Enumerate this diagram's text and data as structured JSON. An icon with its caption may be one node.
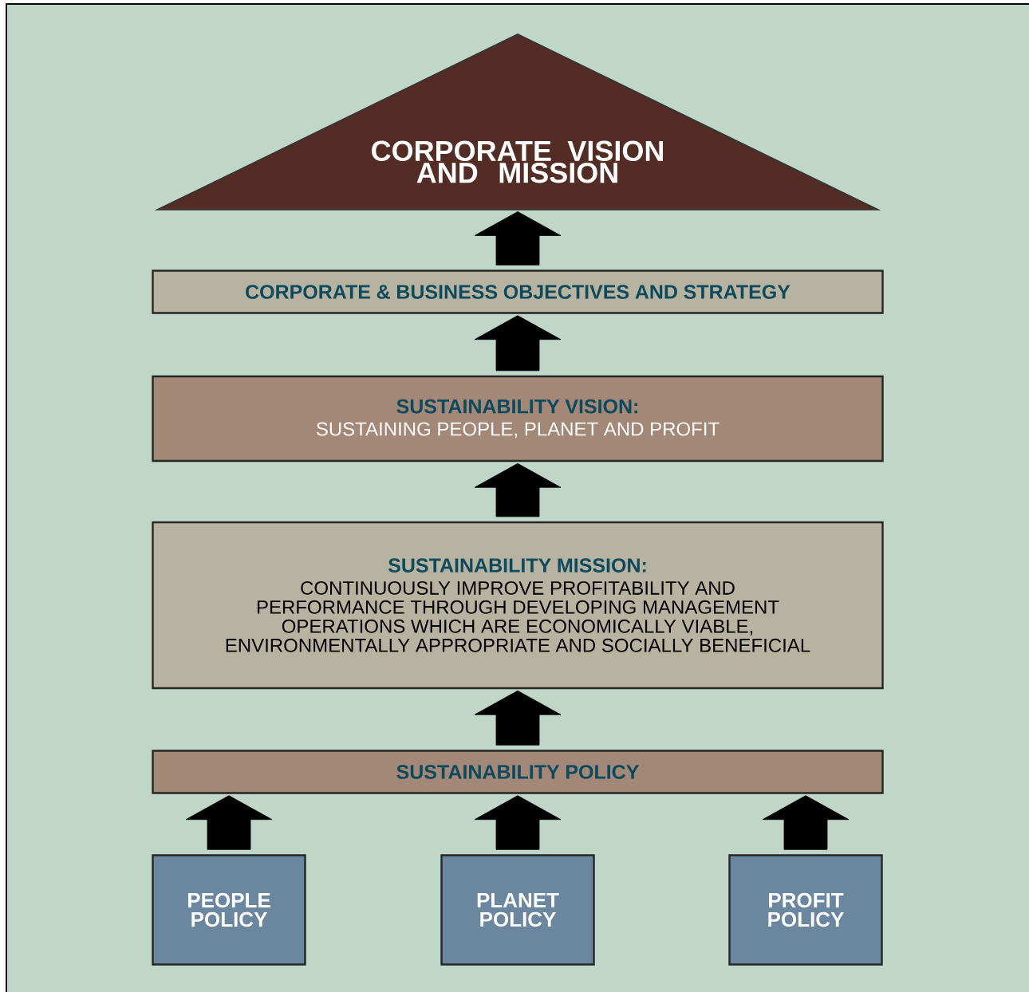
{
  "diagram": {
    "nodes": [
      {
        "text": [
          "CORPORATE VISION AND MISSION"
        ]
      },
      {
        "text": [
          "CORPORATE & BUSINESS OBJECTIVES AND STRATEGY"
        ]
      },
      {
        "text": [
          "SUSTAINABILITY VISION:",
          "SUSTAINING PEOPLE, PLANET AND PROFIT"
        ]
      },
      {
        "text": [
          "SUSTAINABILITY MISSION:",
          "CONTINUOUSLY IMPROVE PROFITABILITY AND PERFORMANCE THROUGH DEVELOPING MANAGEMENT OPERATIONS WHICH ARE ECONOMICALLY VIABLE, ENVIRONMENTALLY APPROPRIATE AND SOCIALLY BENEFICIAL"
        ]
      },
      {
        "text": [
          "SUSTAINABILITY POLICY"
        ]
      },
      {
        "text": [
          "PEOPLE POLICY"
        ]
      },
      {
        "text": [
          "PLANET POLICY"
        ]
      },
      {
        "text": [
          "PROFIT POLICY"
        ]
      }
    ],
    "edges": [
      {
        "from": 1,
        "to": 0,
        "arrow": "to"
      },
      {
        "from": 2,
        "to": 1,
        "arrow": "to"
      },
      {
        "from": 3,
        "to": 2,
        "arrow": "to"
      },
      {
        "from": 4,
        "to": 3,
        "arrow": "to"
      },
      {
        "from": 5,
        "to": 4,
        "arrow": "to"
      },
      {
        "from": 6,
        "to": 4,
        "arrow": "to"
      },
      {
        "from": 7,
        "to": 4,
        "arrow": "to"
      }
    ]
  }
}
